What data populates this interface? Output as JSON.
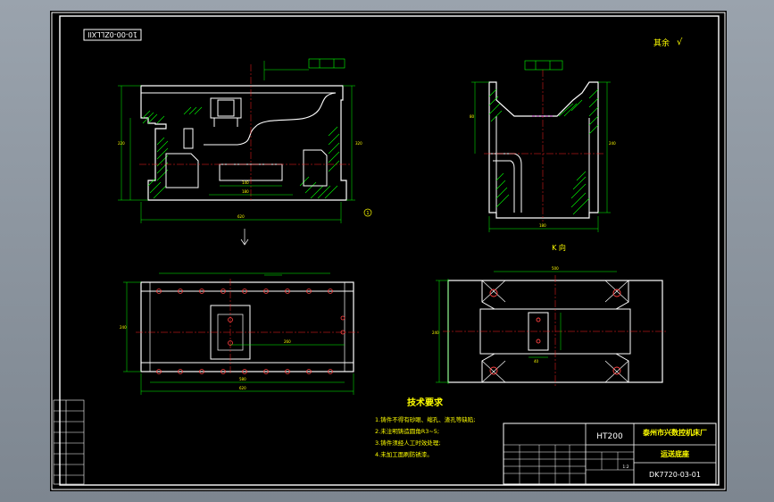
{
  "drawing": {
    "drawing_number_rotated": "10-00-0ZLLXII",
    "roughness_other": "其余",
    "roughness_value": "√",
    "section_label": "1",
    "direction_view": "K 向",
    "material": "HT200",
    "company": "泰州市兴数控机床厂",
    "part_name": "运送底座",
    "drawing_number": "DK7720-03-01",
    "scale": "1:2",
    "tech_title": "技术要求",
    "tech_items": [
      "1.铸件不得有砂眼、缩孔、渣孔等缺陷;",
      "2.未注明铸造圆角R3~5;",
      "3.铸件须经人工时效处理;",
      "4.未加工面刷防锈漆。"
    ]
  },
  "colors": {
    "background": "#000000",
    "outline": "#ffffff",
    "dimension": "#00ff00",
    "hatch": "#00ff00",
    "text": "#ffff00",
    "center": "#ff0000",
    "hole": "#ff3030",
    "hidden": "#ff00ff"
  }
}
